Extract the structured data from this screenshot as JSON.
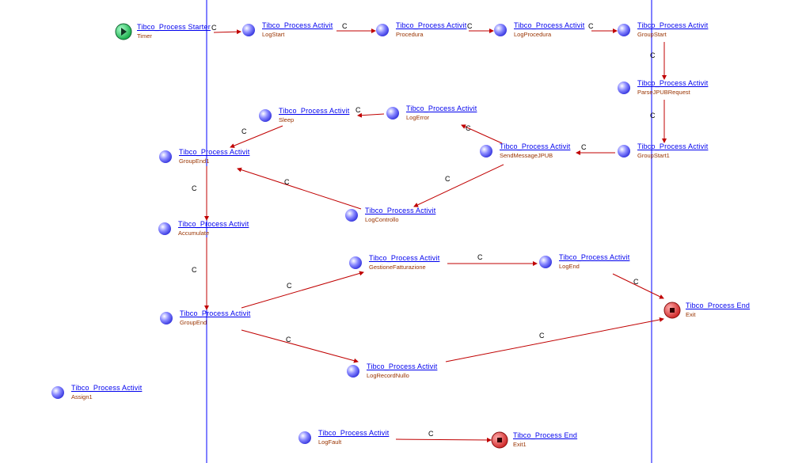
{
  "colors": {
    "swimlane": "#0000ff",
    "transition": "#c00000",
    "link": "#0000ee",
    "name": "#993300",
    "start": "#22bb55",
    "end": "#dd3333",
    "activity": "#6666ee"
  },
  "nodes": [
    {
      "id": "timer",
      "type": "start",
      "title": "Tibco_Process Starter",
      "name": "Timer"
    },
    {
      "id": "logstart",
      "type": "activity",
      "title": "Tibco_Process Activit",
      "name": "LogStart"
    },
    {
      "id": "procedura",
      "type": "activity",
      "title": "Tibco_Process Activit",
      "name": "Procedura"
    },
    {
      "id": "logprocedura",
      "type": "activity",
      "title": "Tibco_Process Activit",
      "name": "LogProcedura"
    },
    {
      "id": "groupstart",
      "type": "activity",
      "title": "Tibco_Process Activit",
      "name": "GroupStart"
    },
    {
      "id": "parse",
      "type": "activity",
      "title": "Tibco_Process Activit",
      "name": "ParseJPUBRequest"
    },
    {
      "id": "groupstart1",
      "type": "activity",
      "title": "Tibco_Process Activit",
      "name": "GroupStart1"
    },
    {
      "id": "sendmessage",
      "type": "activity",
      "title": "Tibco_Process Activit",
      "name": "SendMessageJPUB"
    },
    {
      "id": "logerror",
      "type": "activity",
      "title": "Tibco_Process Activit",
      "name": "LogError"
    },
    {
      "id": "sleep",
      "type": "activity",
      "title": "Tibco_Process Activit",
      "name": "Sleep"
    },
    {
      "id": "groupend1",
      "type": "activity",
      "title": "Tibco_Process Activit",
      "name": "GroupEnd1"
    },
    {
      "id": "logcontrollo",
      "type": "activity",
      "title": "Tibco_Process Activit",
      "name": "LogControllo"
    },
    {
      "id": "accumulate",
      "type": "activity",
      "title": "Tibco_Process Activit",
      "name": "Accumulate"
    },
    {
      "id": "gestione",
      "type": "activity",
      "title": "Tibco_Process Activit",
      "name": "GestioneFatturazione"
    },
    {
      "id": "logend",
      "type": "activity",
      "title": "Tibco_Process Activit",
      "name": "LogEnd"
    },
    {
      "id": "exit",
      "type": "end",
      "title": "Tibco_Process End",
      "name": "Exit"
    },
    {
      "id": "groupend",
      "type": "activity",
      "title": "Tibco_Process Activit",
      "name": "GroupEnd"
    },
    {
      "id": "lognullo",
      "type": "activity",
      "title": "Tibco_Process Activit",
      "name": "LogRecordNullo"
    },
    {
      "id": "assign1",
      "type": "activity",
      "title": "Tibco_Process Activit",
      "name": "Assign1"
    },
    {
      "id": "logfault",
      "type": "activity",
      "title": "Tibco_Process Activit",
      "name": "LogFault"
    },
    {
      "id": "exit1",
      "type": "end",
      "title": "Tibco_Process End",
      "name": "Exit1"
    }
  ],
  "edges": [
    {
      "from": "timer",
      "to": "logstart",
      "label": "C"
    },
    {
      "from": "logstart",
      "to": "procedura",
      "label": "C"
    },
    {
      "from": "procedura",
      "to": "logprocedura",
      "label": "C"
    },
    {
      "from": "logprocedura",
      "to": "groupstart",
      "label": "C"
    },
    {
      "from": "groupstart",
      "to": "parse",
      "label": "C"
    },
    {
      "from": "parse",
      "to": "groupstart1",
      "label": "C"
    },
    {
      "from": "groupstart1",
      "to": "sendmessage",
      "label": "C"
    },
    {
      "from": "sendmessage",
      "to": "logerror",
      "label": "C"
    },
    {
      "from": "sendmessage",
      "to": "logcontrollo",
      "label": "C"
    },
    {
      "from": "logerror",
      "to": "sleep",
      "label": "C"
    },
    {
      "from": "sleep",
      "to": "groupend1",
      "label": "C"
    },
    {
      "from": "logcontrollo",
      "to": "groupend1",
      "label": "C"
    },
    {
      "from": "groupend1",
      "to": "accumulate",
      "label": "C"
    },
    {
      "from": "accumulate",
      "to": "groupend",
      "label": "C"
    },
    {
      "from": "groupend",
      "to": "gestione",
      "label": "C"
    },
    {
      "from": "groupend",
      "to": "lognullo",
      "label": "C"
    },
    {
      "from": "gestione",
      "to": "logend",
      "label": "C"
    },
    {
      "from": "logend",
      "to": "exit",
      "label": "C"
    },
    {
      "from": "lognullo",
      "to": "exit",
      "label": "C"
    },
    {
      "from": "logfault",
      "to": "exit1",
      "label": "C"
    }
  ]
}
